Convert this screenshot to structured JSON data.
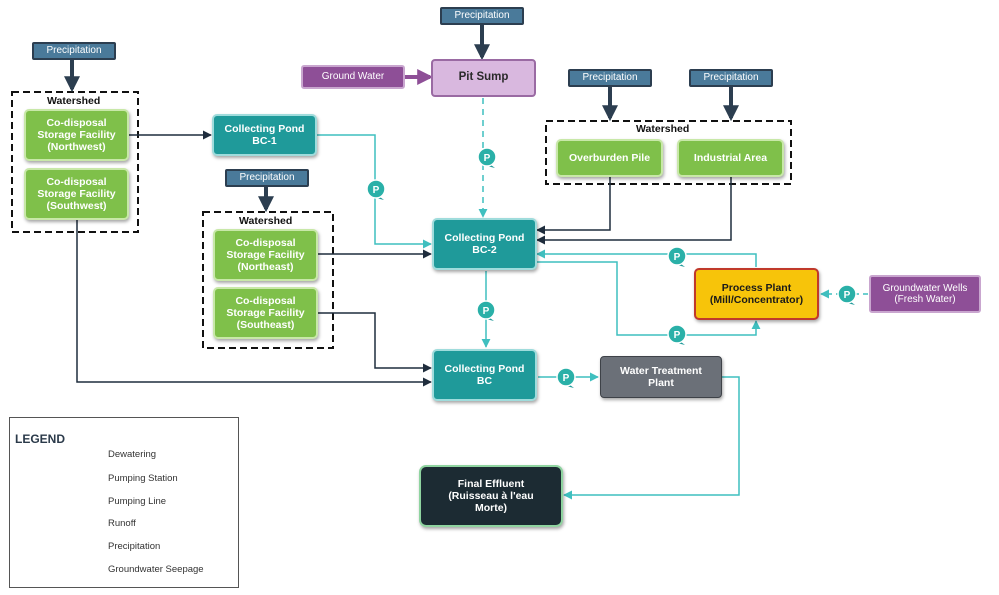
{
  "precipitation_label": "Precipitation",
  "watershed_label": "Watershed",
  "nodes": {
    "codisposal_northwest": "Co-disposal\nStorage Facility\n(Northwest)",
    "codisposal_southwest": "Co-disposal\nStorage Facility\n(Southwest)",
    "codisposal_northeast": "Co-disposal\nStorage Facility\n(Northeast)",
    "codisposal_southeast": "Co-disposal\nStorage Facility\n(Southeast)",
    "pond_bc1": "Collecting Pond\nBC-1",
    "pond_bc2": "Collecting Pond\nBC-2",
    "pond_bc": "Collecting Pond\nBC",
    "ground_water": "Ground Water",
    "pit_sump": "Pit Sump",
    "overburden_pile": "Overburden Pile",
    "industrial_area": "Industrial Area",
    "process_plant": "Process Plant\n(Mill/Concentrator)",
    "groundwater_wells": "Groundwater Wells\n(Fresh Water)",
    "water_treatment_plant": "Water Treatment\nPlant",
    "final_effluent": "Final Effluent\n(Ruisseau à l'eau\nMorte)"
  },
  "pump_label": "P",
  "legend": {
    "title": "LEGEND",
    "dewatering": "Dewatering",
    "pumping_station": "Pumping Station",
    "pumping_line": "Pumping Line",
    "runoff": "Runoff",
    "precipitation": "Precipitation",
    "groundwater_seepage": "Groundwater Seepage"
  },
  "colors": {
    "pumping_line": "#3fbfbf",
    "runoff": "#1f2d3d",
    "precipitation_arrow": "#2c3e50",
    "groundwater_seepage": "#8e4f97"
  }
}
